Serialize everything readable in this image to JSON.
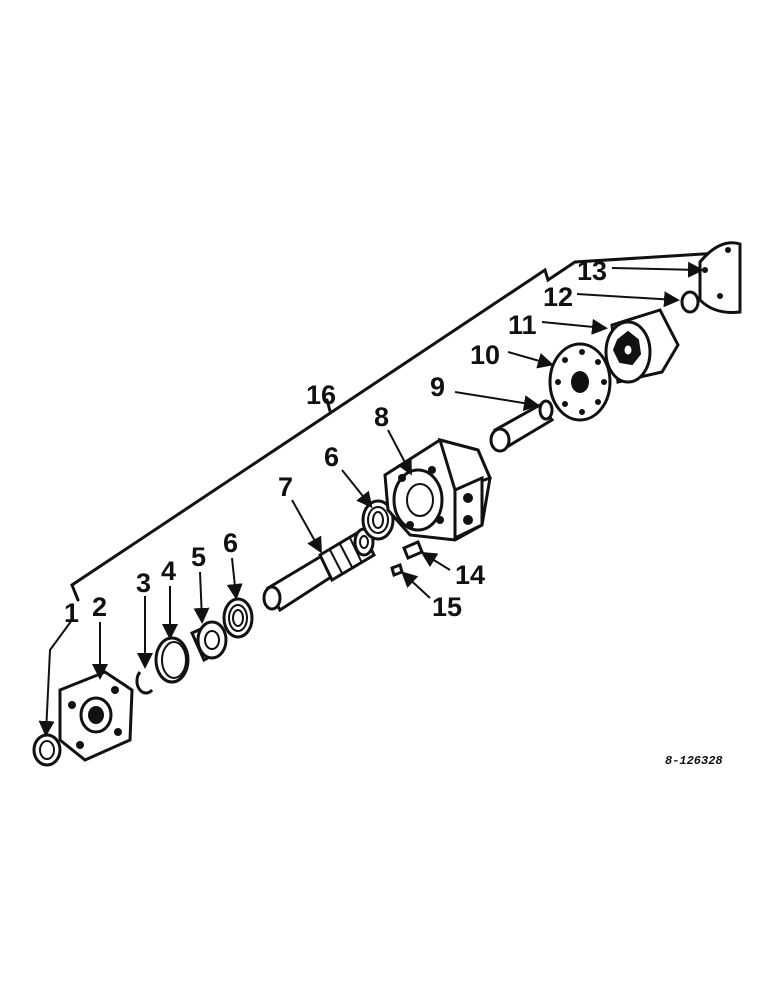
{
  "callouts": [
    "1",
    "2",
    "3",
    "4",
    "5",
    "6",
    "6",
    "7",
    "8",
    "9",
    "10",
    "11",
    "12",
    "13",
    "14",
    "15",
    "16"
  ],
  "reference_number": "8-126328",
  "colors": {
    "ink": "#111111",
    "paper": "#ffffff"
  }
}
